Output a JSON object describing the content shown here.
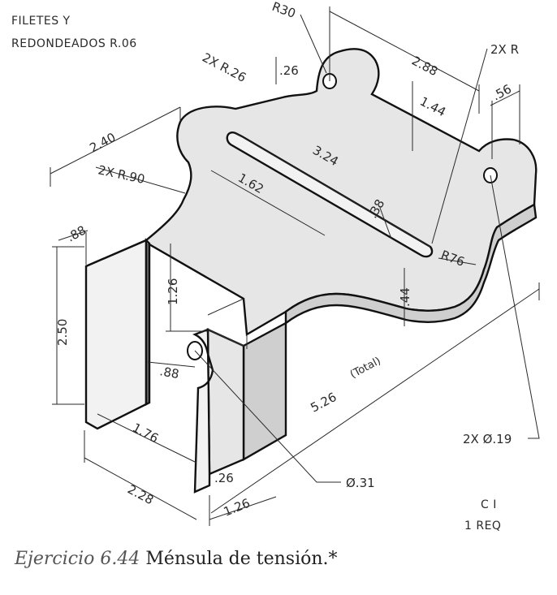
{
  "notes": {
    "fillets_line1": "FILETES Y",
    "fillets_line2": "REDONDEADOS R.06",
    "part_code": "C I",
    "qty": "1 REQ"
  },
  "dimensions": {
    "r30": "R30",
    "r26_top": ".26",
    "two_x_r26": "2X R.26",
    "d288": "2.88",
    "two_x_r": "2X R",
    "d144": "1.44",
    "d56": ".56",
    "d240": "2.40",
    "d324": "3.24",
    "two_x_r90": "2X R.90",
    "d162": "1.62",
    "d38": ".38",
    "r76": "R76",
    "d88_top": ".88",
    "d126_v": "1.26",
    "d44": ".44",
    "d250": "2.50",
    "d88_mid": ".88",
    "total_label": "(Total)",
    "d526": "5.26",
    "d176": "1.76",
    "d26_bottom": ".26",
    "d228": "2.28",
    "d126_bottom": "1.26",
    "dia31": "Ø.31",
    "two_x_dia19": "2X Ø.19"
  },
  "caption": {
    "exercise": "Ejercicio 6.44",
    "title": "Ménsula de tensión.*"
  }
}
